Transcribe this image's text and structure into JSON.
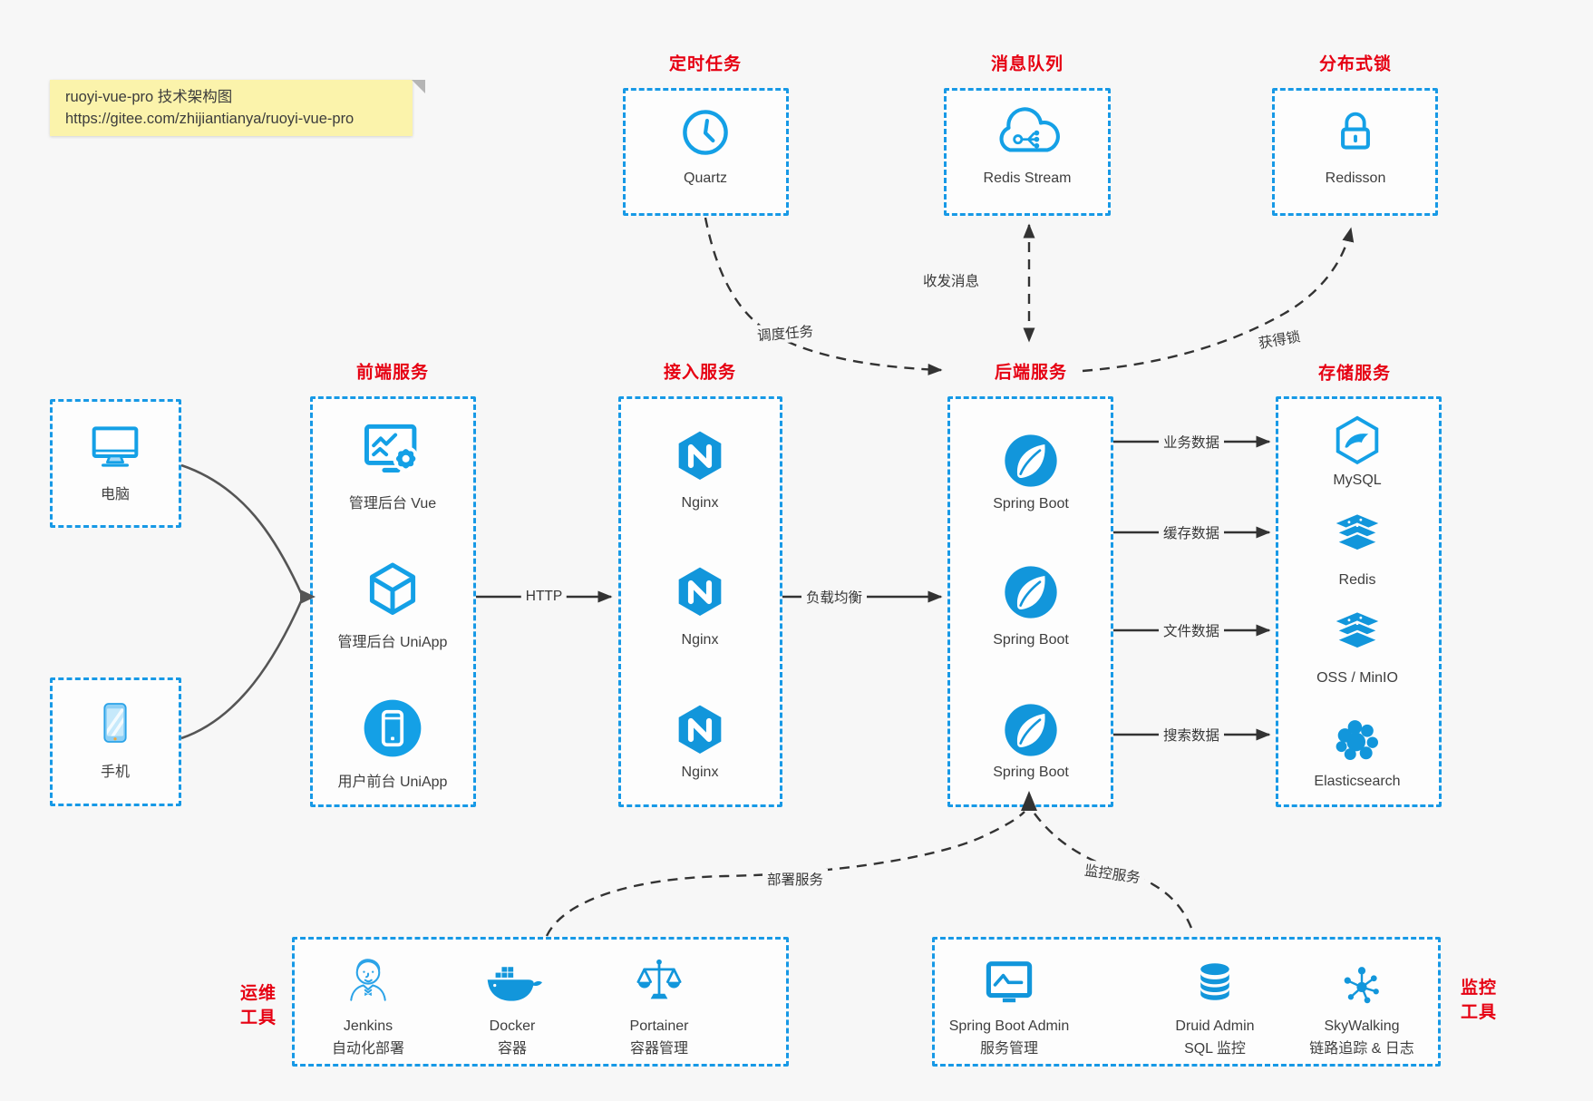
{
  "note": {
    "line1": "ruoyi-vue-pro 技术架构图",
    "line2": "https://gitee.com/zhijiantianya/ruoyi-vue-pro"
  },
  "colors": {
    "accent_blue": "#1296db",
    "border_blue": "#1799e6",
    "title_red": "#e60012",
    "background": "#f7f7f7",
    "connector_dark": "#333333",
    "connector_gray": "#555555",
    "note_yellow": "#fbf3ab"
  },
  "top": {
    "scheduled": {
      "title": "定时任务",
      "node": "Quartz",
      "icon": "clock-icon"
    },
    "queue": {
      "title": "消息队列",
      "node": "Redis Stream",
      "icon": "cloud-stream-icon"
    },
    "lock": {
      "title": "分布式锁",
      "node": "Redisson",
      "icon": "lock-icon"
    }
  },
  "clients": {
    "computer": {
      "label": "电脑",
      "icon": "desktop-icon"
    },
    "phone": {
      "label": "手机",
      "icon": "phone-icon"
    }
  },
  "frontend": {
    "title": "前端服务",
    "items": [
      {
        "label": "管理后台 Vue",
        "icon": "admin-vue-icon"
      },
      {
        "label": "管理后台 UniApp",
        "icon": "uniapp-cube-icon"
      },
      {
        "label": "用户前台 UniApp",
        "icon": "mobile-app-icon"
      }
    ]
  },
  "gateway": {
    "title": "接入服务",
    "items": [
      {
        "label": "Nginx",
        "icon": "nginx-icon"
      },
      {
        "label": "Nginx",
        "icon": "nginx-icon"
      },
      {
        "label": "Nginx",
        "icon": "nginx-icon"
      }
    ]
  },
  "backend": {
    "title": "后端服务",
    "items": [
      {
        "label": "Spring Boot",
        "icon": "spring-icon"
      },
      {
        "label": "Spring Boot",
        "icon": "spring-icon"
      },
      {
        "label": "Spring Boot",
        "icon": "spring-icon"
      }
    ]
  },
  "storage": {
    "title": "存储服务",
    "items": [
      {
        "label": "MySQL",
        "icon": "mysql-icon"
      },
      {
        "label": "Redis",
        "icon": "redis-stack-icon"
      },
      {
        "label": "OSS / MinIO",
        "icon": "oss-stack-icon"
      },
      {
        "label": "Elasticsearch",
        "icon": "elasticsearch-icon"
      }
    ]
  },
  "ops": {
    "title_line1": "运维",
    "title_line2": "工具",
    "items": [
      {
        "label": "Jenkins",
        "sublabel": "自动化部署",
        "icon": "jenkins-icon"
      },
      {
        "label": "Docker",
        "sublabel": "容器",
        "icon": "docker-icon"
      },
      {
        "label": "Portainer",
        "sublabel": "容器管理",
        "icon": "portainer-icon"
      }
    ]
  },
  "monitoring": {
    "title_line1": "监控",
    "title_line2": "工具",
    "items": [
      {
        "label": "Spring Boot Admin",
        "sublabel": "服务管理",
        "icon": "sba-monitor-icon"
      },
      {
        "label": "Druid Admin",
        "sublabel": "SQL 监控",
        "icon": "druid-db-icon"
      },
      {
        "label": "SkyWalking",
        "sublabel": "链路追踪 & 日志",
        "icon": "skywalking-icon"
      }
    ]
  },
  "edges": {
    "http": "HTTP",
    "load_balance": "负载均衡",
    "schedule": "调度任务",
    "messages": "收发消息",
    "acquire_lock": "获得锁",
    "business_data": "业务数据",
    "cache_data": "缓存数据",
    "file_data": "文件数据",
    "search_data": "搜索数据",
    "deploy": "部署服务",
    "monitor": "监控服务"
  }
}
